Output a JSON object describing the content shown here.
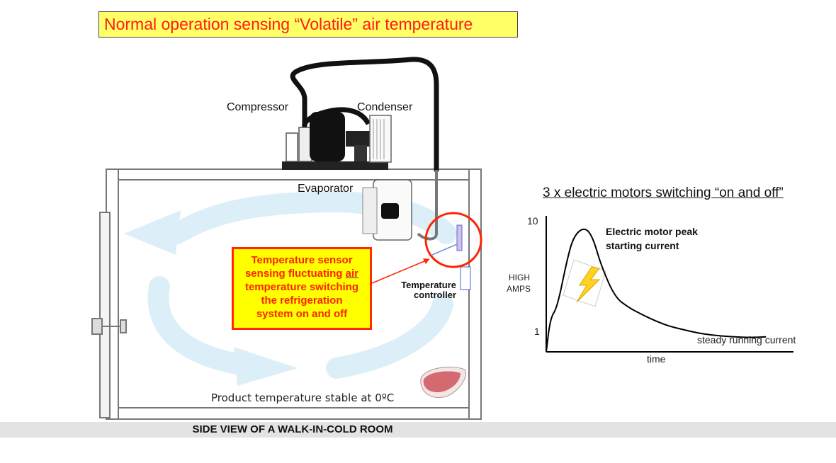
{
  "header": {
    "title": "Normal operation sensing “Volatile” air temperature"
  },
  "labels": {
    "compressor": "Compressor",
    "condenser": "Condenser",
    "evaporator": "Evaporator",
    "controller_line1": "Temperature",
    "controller_line2": "controller",
    "product": "Product temperature stable at 0ºC"
  },
  "callout": {
    "line1": "Temperature sensor",
    "line2_pre": "sensing fluctuating ",
    "line2_em": "air",
    "line3": "temperature switching",
    "line4": "the refrigeration",
    "line5": "system on and off"
  },
  "footer": {
    "label": "SIDE VIEW OF A WALK-IN-COLD ROOM"
  },
  "colors": {
    "title_bg": "#ffff66",
    "title_text": "#ff1a1a",
    "callout_border": "#ff2a00",
    "airflow": "#dceff9"
  },
  "chart_data": {
    "type": "line",
    "title": "3 x electric motors switching “on and off”",
    "ylabel_line1": "HIGH",
    "ylabel_line2": "AMPS",
    "xlabel": "time",
    "y_ticks": [
      "10",
      "1"
    ],
    "annotations": {
      "peak_line1": "Electric motor peak",
      "peak_line2": "starting current",
      "steady": "steady running current"
    },
    "ylim": [
      0,
      10
    ],
    "x": [
      0,
      0.3,
      0.8,
      1.5,
      2.0,
      2.8,
      3.4,
      4.0,
      5.0,
      6.0,
      7.0,
      8.0,
      9.0,
      10.0,
      11.0,
      12.0,
      13.5,
      15.0,
      16.0
    ],
    "values": [
      0,
      2.6,
      3.4,
      7.0,
      8.9,
      9.6,
      8.8,
      6.6,
      4.2,
      3.4,
      2.85,
      2.35,
      1.95,
      1.7,
      1.45,
      1.3,
      1.15,
      1.1,
      1.15
    ],
    "x_range": [
      0,
      18
    ]
  }
}
